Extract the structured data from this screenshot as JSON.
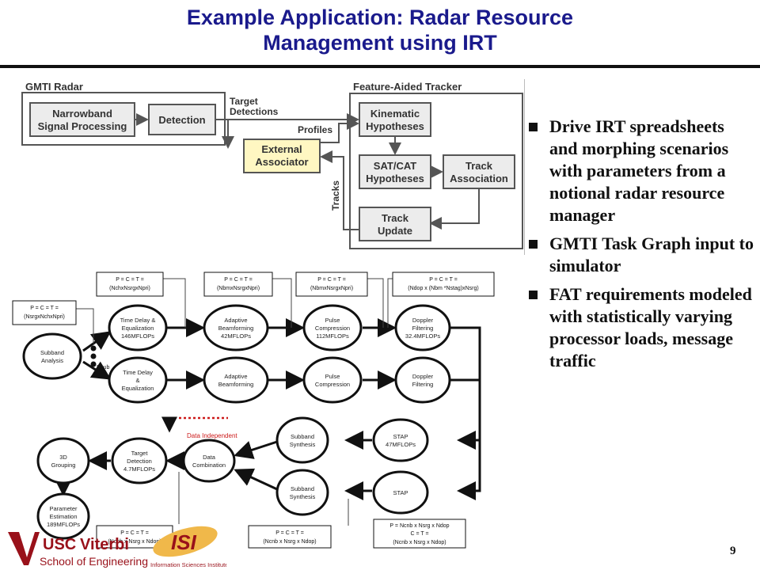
{
  "title": {
    "line1": "Example Application: Radar Resource",
    "line2": "Management using IRT"
  },
  "top_diagram": {
    "gmti_label": "GMTI Radar",
    "fat_label": "Feature-Aided Tracker",
    "narrowband": [
      "Narrowband",
      "Signal Processing"
    ],
    "detection": "Detection",
    "target_detections": [
      "Target",
      "Detections"
    ],
    "profiles": "Profiles",
    "external_associator": [
      "External",
      "Associator"
    ],
    "kinematic": [
      "Kinematic",
      "Hypotheses"
    ],
    "satcat": [
      "SAT/CAT",
      "Hypotheses"
    ],
    "track_association": [
      "Track",
      "Association"
    ],
    "track_update": [
      "Track",
      "Update"
    ],
    "tracks": "Tracks"
  },
  "task_graph": {
    "param_boxes": {
      "sa": [
        "P = C = T =",
        "(NsrgxNchxNpri)"
      ],
      "td": [
        "P = C = T =",
        "(NchxNsrgxNpri)"
      ],
      "ab": [
        "P = C = T =",
        "(NbmxNsrgxNpri)"
      ],
      "pc": [
        "P = C = T =",
        "(NbmxNsrgxNpri)"
      ],
      "df": [
        "P = C = T =",
        "(Ndop x (Nbm *Nstag)xNsrg)"
      ],
      "dc": [
        "P = C = T =",
        "(Ncnb x Nsrg x Ndop)"
      ],
      "ss": [
        "P = C = T =",
        "(Ncnb x Nsrg x Ndop)"
      ],
      "stap": [
        "P = Ncnb x Nsrg x Ndop",
        "C = T =",
        "(Ncnb x Nsrg x Ndop)"
      ]
    },
    "nodes": {
      "subband_analysis": [
        "Subband",
        "Analysis"
      ],
      "time_delay_1": [
        "Time Delay &",
        "Equalization",
        "146MFLOPs"
      ],
      "time_delay_2": [
        "Time Delay",
        "&",
        "Equalization"
      ],
      "adaptive_bf_1": [
        "Adaptive",
        "Beamforming",
        "42MFLOPs"
      ],
      "adaptive_bf_2": [
        "Adaptive",
        "Beamforming"
      ],
      "pulse_comp_1": [
        "Pulse",
        "Compression",
        "112MFLOPs"
      ],
      "pulse_comp_2": [
        "Pulse",
        "Compression"
      ],
      "doppler_1": [
        "Doppler",
        "Filtering",
        "32.4MFLOPs"
      ],
      "doppler_2": [
        "Doppler",
        "Filtering"
      ],
      "stap_1": [
        "STAP",
        "47MFLOPs"
      ],
      "stap_2": [
        "STAP"
      ],
      "subband_synth_1": [
        "Subband",
        "Synthesis"
      ],
      "subband_synth_2": [
        "Subband",
        "Synthesis"
      ],
      "data_combination": [
        "Data",
        "Combination"
      ],
      "target_detection": [
        "Target",
        "Detection",
        "4.7MFLOPs"
      ],
      "grouping_3d": [
        "3D",
        "Grouping"
      ],
      "parameter_estimation": [
        "Parameter",
        "Estimation",
        "189MFLOPs"
      ]
    },
    "nsub_label": "Nsub",
    "data_independent_label": "Data Independent"
  },
  "bullets": [
    "Drive IRT spreadsheets and morphing scenarios with parameters from a notional radar resource manager",
    "GMTI Task Graph input to simulator",
    "FAT requirements modeled with statistically varying processor loads, message traffic"
  ],
  "logos": {
    "usc": "USC",
    "viterbi": "Viterbi",
    "school": "School of Engineering",
    "isi": "ISI",
    "isi_sub": "Information Sciences Institute"
  },
  "page_number": "9",
  "colors": {
    "title": "#1a1a8c",
    "box_fill": "#ececec",
    "associator_fill": "#fff7c2",
    "data_independent": "#cc1a1a",
    "usc_red": "#99111a",
    "isi_gold": "#f0b84a"
  }
}
